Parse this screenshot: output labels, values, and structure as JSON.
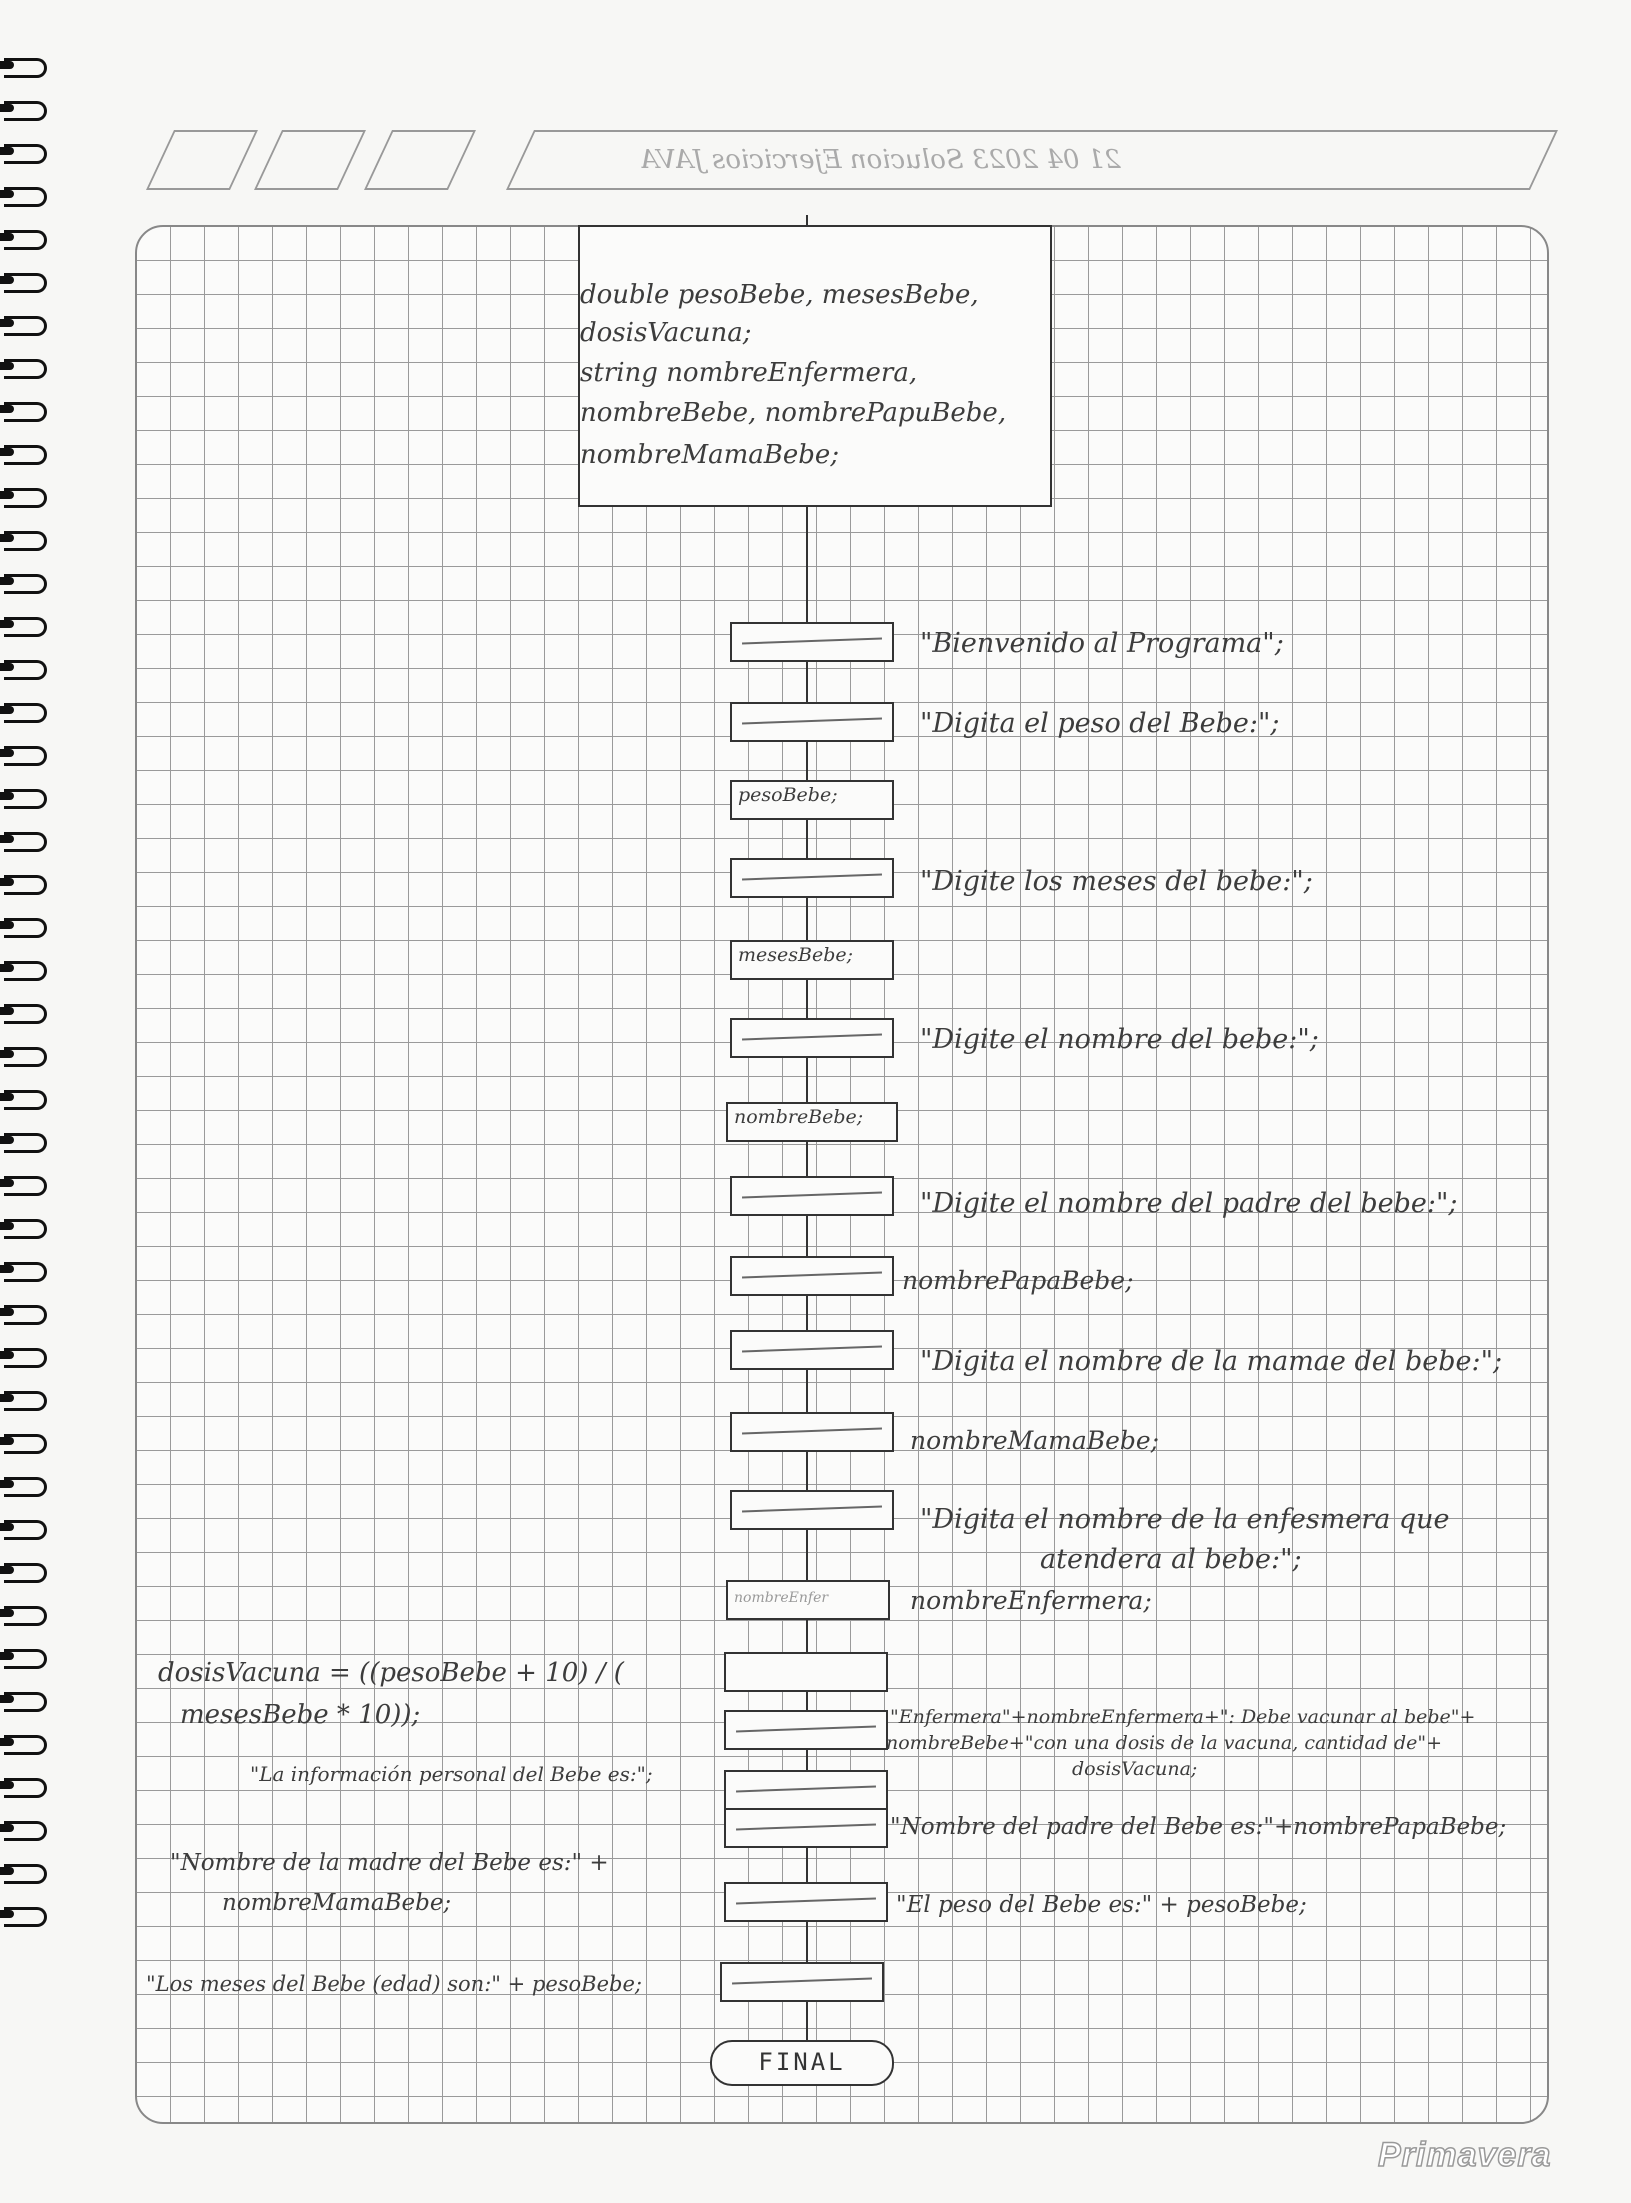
{
  "header": {
    "date_title": "21 04 2023 Solucion Ejercicios JAVA"
  },
  "declarations": [
    "double pesoBebe, mesesBebe,",
    "dosisVacuna;",
    "string nombreEnfermera,",
    "nombreBebe, nombrePapuBebe,",
    "nombreMamaBebe;"
  ],
  "outputs": {
    "welcome": "\"Bienvenido al Programa\";",
    "ask_weight": "\"Digita el peso del Bebe:\";",
    "ask_months": "\"Digite los meses del bebe:\";",
    "ask_name": "\"Digite el nombre del bebe:\";",
    "ask_father": "\"Digite el nombre del padre del bebe:\";",
    "ask_mother": "\"Digita el nombre de la mamae del bebe:\";",
    "ask_nurse_1": "\"Digita el nombre de la enfesmera que",
    "ask_nurse_2": "atendera al bebe:\";",
    "nurse_msg_1": "\"Enfermera\"+nombreEnfermera+\": Debe vacunar al bebe\"+",
    "nurse_msg_2": "nombreBebe+\"con una dosis de la vacuna, cantidad de\"+",
    "nurse_msg_3": "dosisVacuna;",
    "father_out": "\"Nombre del padre del Bebe es:\"+nombrePapaBebe;",
    "weight_out": "\"El peso del Bebe es:\" + pesoBebe;"
  },
  "inputs": {
    "weight": "pesoBebe;",
    "months": "mesesBebe;",
    "name": "nombreBebe;",
    "father": "nombrePapaBebe;",
    "mother": "nombreMamaBebe;",
    "nurse_box": "nombreEnfer",
    "nurse": "nombreEnfermera;"
  },
  "left_notes": {
    "calc_1": "dosisVacuna = ((pesoBebe + 10) / (",
    "calc_2": "mesesBebe * 10));",
    "info": "\"La información personal del Bebe es:\";",
    "mother_1": "\"Nombre de la madre del Bebe es:\" +",
    "mother_2": "nombreMamaBebe;",
    "months_out": "\"Los meses del Bebe (edad) son:\" + pesoBebe;"
  },
  "terminal": "FINAL",
  "brand": "Primavera"
}
